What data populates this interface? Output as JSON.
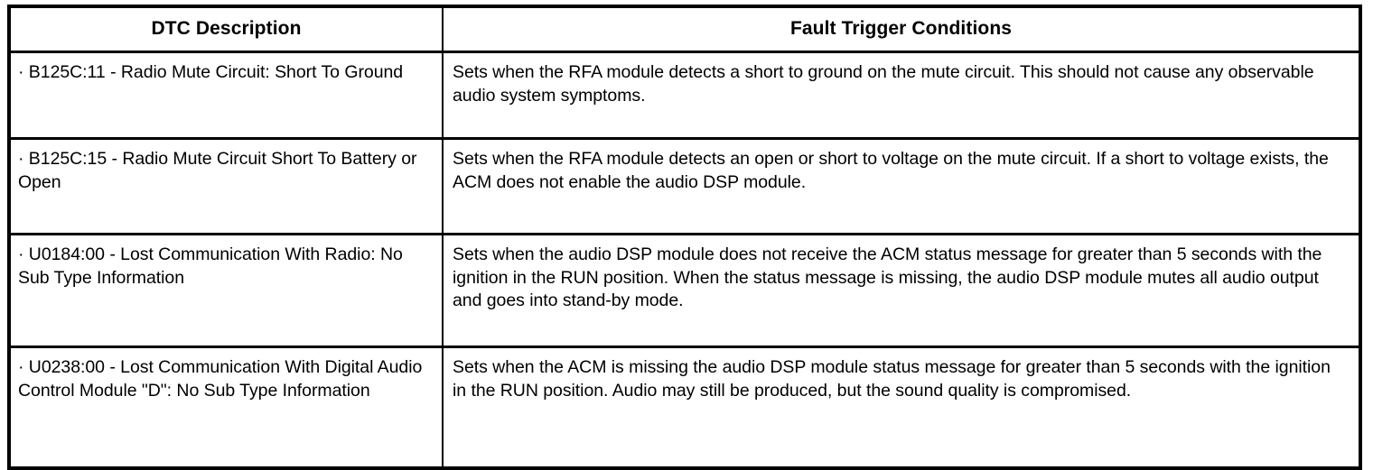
{
  "table": {
    "headers": {
      "dtc_description": "DTC Description",
      "fault_trigger_conditions": "Fault Trigger Conditions"
    },
    "rows": [
      {
        "dtc_description": "· B125C:11 - Radio Mute Circuit: Short To Ground",
        "fault_trigger_conditions": "Sets when the RFA module detects a short to ground on the mute circuit. This should not cause any observable audio system symptoms."
      },
      {
        "dtc_description": "· B125C:15 - Radio Mute Circuit Short To Battery or Open",
        "fault_trigger_conditions": "Sets when the RFA module detects an open or short to voltage on the mute circuit. If a short to voltage exists, the ACM does not enable the audio DSP module."
      },
      {
        "dtc_description": "· U0184:00 - Lost Communication With Radio: No Sub Type Information",
        "fault_trigger_conditions": "Sets when the audio DSP module does not receive the ACM status message for greater than 5 seconds with the ignition in the RUN position. When the status message is missing, the audio DSP module mutes all audio output and goes into stand-by mode."
      },
      {
        "dtc_description": "· U0238:00 - Lost Communication With Digital Audio Control Module \"D\": No Sub Type Information",
        "fault_trigger_conditions": "Sets when the ACM is missing the audio DSP module status message for greater than 5 seconds with the ignition in the RUN position. Audio may still be produced, but the sound quality is compromised."
      }
    ]
  },
  "colors": {
    "border": "#000000",
    "text": "#000000",
    "background": "#ffffff"
  }
}
